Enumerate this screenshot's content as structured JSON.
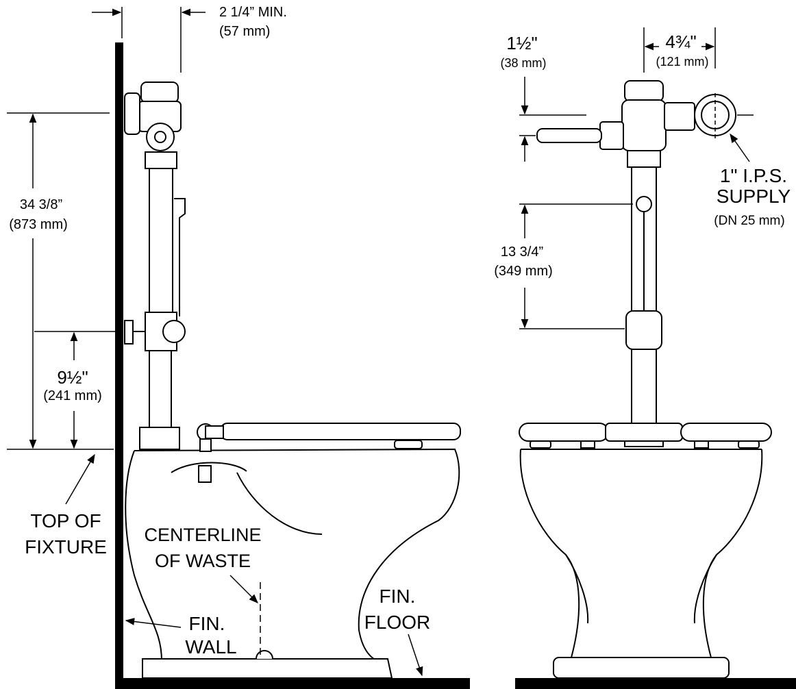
{
  "side_view": {
    "dim_wall_offset": {
      "line1": "2 1/4” MIN.",
      "line2": "(57 mm)"
    },
    "dim_overall_height": {
      "line1": "34 3/8”",
      "line2": "(873 mm)"
    },
    "dim_handle_height": {
      "line1": "9½\"",
      "line2": "(241 mm)"
    },
    "label_top_of_fixture": {
      "line1": "TOP OF",
      "line2": "FIXTURE"
    },
    "label_centerline": {
      "line1": "CENTERLINE",
      "line2": "OF  WASTE"
    },
    "label_fin_wall": {
      "line1": "FIN.",
      "line2": "WALL"
    },
    "label_fin_floor": {
      "line1": "FIN.",
      "line2": "FLOOR"
    }
  },
  "front_view": {
    "dim_handle_offset": {
      "line1": "1½\"",
      "line2": "(38 mm)"
    },
    "dim_supply_offset": {
      "line1": "4¾\"",
      "line2": "(121 mm)"
    },
    "label_supply": {
      "line1": "1\"  I.P.S.",
      "line2": "SUPPLY",
      "line3": "(DN  25 mm)"
    },
    "dim_tube_length": {
      "line1": "13 3/4”",
      "line2": "(349 mm)"
    }
  },
  "colors": {
    "ink": "#000000",
    "paper": "#ffffff"
  }
}
